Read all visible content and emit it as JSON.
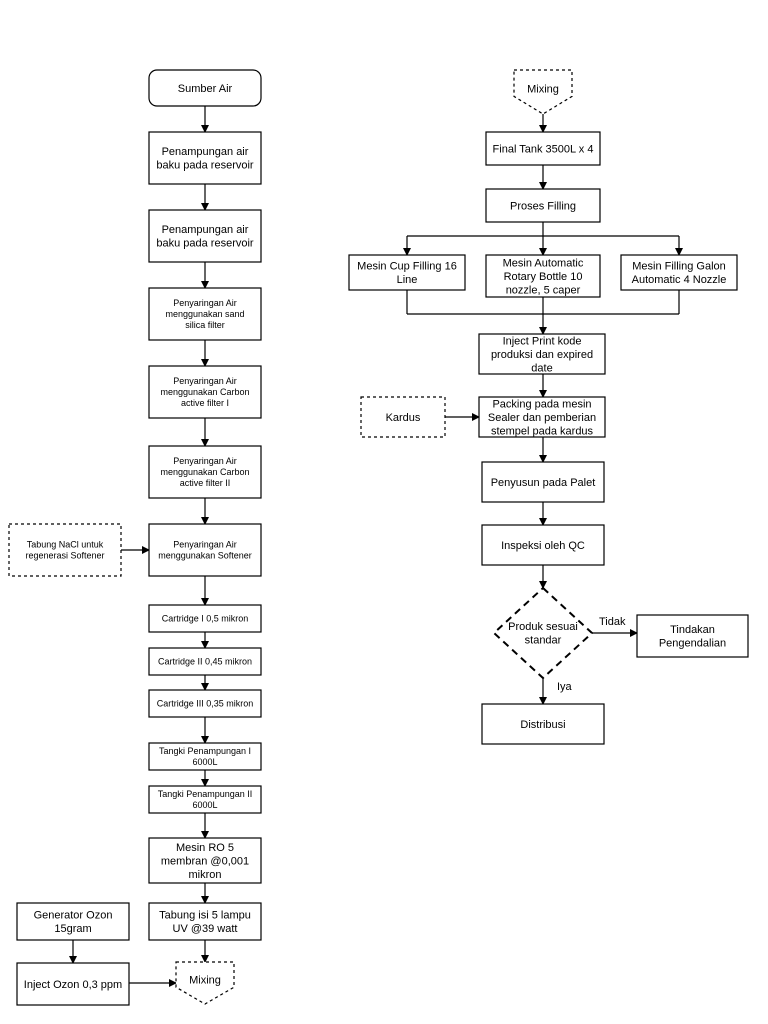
{
  "colors": {
    "stroke": "#000000",
    "background": "#ffffff",
    "text": "#000000"
  },
  "left_column": {
    "sumber_air": "Sumber Air",
    "reservoir_1": [
      "Penampungan air",
      "baku pada reservoir"
    ],
    "reservoir_2": [
      "Penampungan air",
      "baku pada reservoir"
    ],
    "sand_filter": [
      "Penyaringan Air",
      "menggunakan sand",
      "silica filter"
    ],
    "carbon_1": [
      "Penyaringan Air",
      "menggunakan Carbon",
      "active filter I"
    ],
    "carbon_2": [
      "Penyaringan Air",
      "menggunakan Carbon",
      "active filter II"
    ],
    "softener": [
      "Penyaringan Air",
      "menggunakan Softener"
    ],
    "nacl": [
      "Tabung NaCl untuk",
      "regenerasi Softener"
    ],
    "cartridge_1": "Cartridge I 0,5 mikron",
    "cartridge_2": "Cartridge II 0,45 mikron",
    "cartridge_3": "Cartridge III 0,35 mikron",
    "tangki_1": [
      "Tangki Penampungan I",
      "6000L"
    ],
    "tangki_2": [
      "Tangki Penampungan II",
      "6000L"
    ],
    "ro": [
      "Mesin RO 5",
      "membran @0,001",
      "mikron"
    ],
    "uv": [
      "Tabung isi 5 lampu",
      "UV @39 watt"
    ],
    "generator_ozon": [
      "Generator Ozon",
      "15gram"
    ],
    "inject_ozon": "Inject Ozon 0,3 ppm",
    "mixing_bottom": "Mixing"
  },
  "right_column": {
    "mixing_top": "Mixing",
    "final_tank": "Final Tank 3500L x 4",
    "proses_filling": "Proses Filling",
    "cup_filling": [
      "Mesin Cup Filling 16",
      "Line"
    ],
    "rotary_bottle": [
      "Mesin Automatic",
      "Rotary Bottle 10",
      "nozzle, 5 caper"
    ],
    "filling_galon": [
      "Mesin Filling Galon",
      "Automatic 4 Nozzle"
    ],
    "inject_print": [
      "Inject Print kode",
      "produksi dan expired",
      "date"
    ],
    "kardus": "Kardus",
    "packing": [
      "Packing pada mesin",
      "Sealer dan pemberian",
      "stempel pada kardus"
    ],
    "penyusun": "Penyusun pada Palet",
    "inspeksi": "Inspeksi oleh QC",
    "decision": [
      "Produk sesuai",
      "standar"
    ],
    "tidak": "Tidak",
    "iya": "Iya",
    "tindakan": [
      "Tindakan",
      "Pengendalian"
    ],
    "distribusi": "Distribusi"
  }
}
